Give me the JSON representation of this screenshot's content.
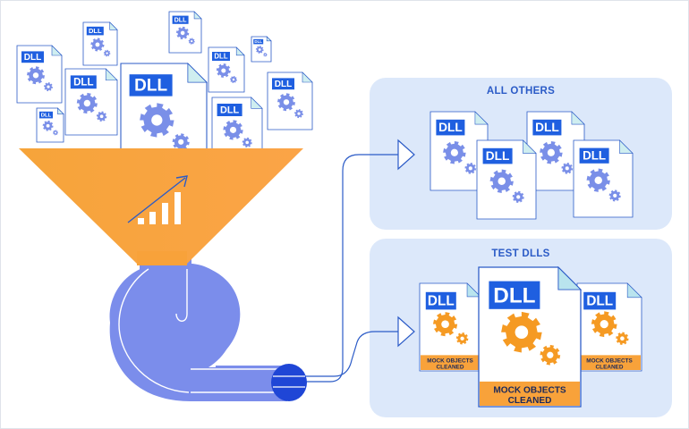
{
  "file_label": "DLL",
  "panels": {
    "all_others": {
      "title": "ALL OTHERS"
    },
    "test_dlls": {
      "title": "TEST DLLS"
    }
  },
  "test_file_caption": {
    "line1": "MOCK OBJECTS",
    "line2": "CLEANED"
  },
  "colors": {
    "blue_file_gear": "#7a8fe8",
    "orange_gear": "#f59a23",
    "funnel": "#f8a23a",
    "pipe": "#7b8deb",
    "panel_bg": "#dce8fa",
    "label_blue": "#1f5fe0",
    "arrow": "#2b5bc7"
  }
}
